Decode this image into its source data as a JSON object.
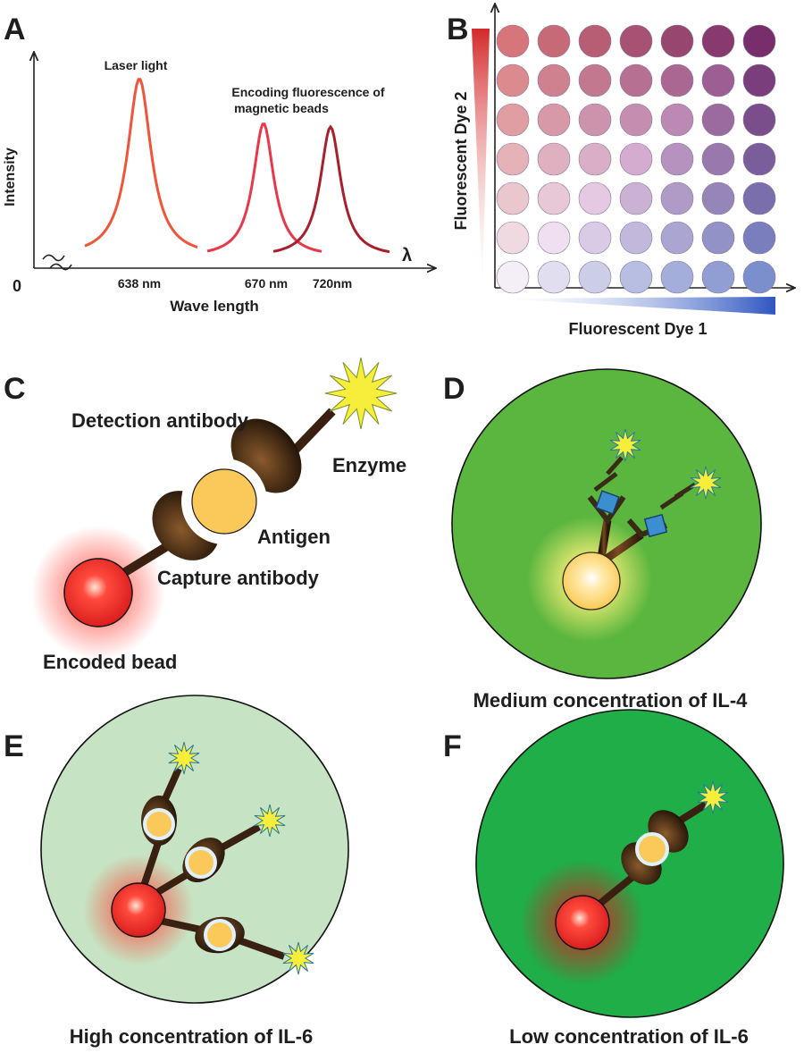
{
  "panels": {
    "a": {
      "letter": "A",
      "y_axis_label": "Intensity",
      "x_axis_label": "Wave length",
      "origin_label": "0",
      "lambda_label": "λ",
      "peak_laser_label": "Laser light",
      "encoding_label_line1": "Encoding fluorescence of",
      "encoding_label_line2": "magnetic beads",
      "tick_638": "638 nm",
      "tick_670": "670 nm",
      "tick_720": "720nm",
      "colors": {
        "laser": "#f0553a",
        "peak670": "#e8384a",
        "peak720": "#a8202c"
      }
    },
    "b": {
      "letter": "B",
      "y_axis_label": "Fluorescent Dye 2",
      "x_axis_label": "Fluorescent Dye 1",
      "grid_rows": 7,
      "grid_cols": 7,
      "colors": {
        "dye2": "#d42a2a",
        "dye1": "#2f56c0",
        "base": "#f4eef6"
      }
    },
    "c": {
      "letter": "C",
      "detection_antibody": "Detection antibody",
      "enzyme": "Enzyme",
      "antigen": "Antigen",
      "capture_antibody": "Capture antibody",
      "encoded_bead": "Encoded bead"
    },
    "d": {
      "letter": "D",
      "caption": "Medium concentration of IL-4",
      "background": "#5bb63f"
    },
    "e": {
      "letter": "E",
      "caption": "High concentration of IL-6",
      "background": "#c6e4c3"
    },
    "f": {
      "letter": "F",
      "caption": "Low concentration of IL-6",
      "background": "#1fae48"
    }
  }
}
